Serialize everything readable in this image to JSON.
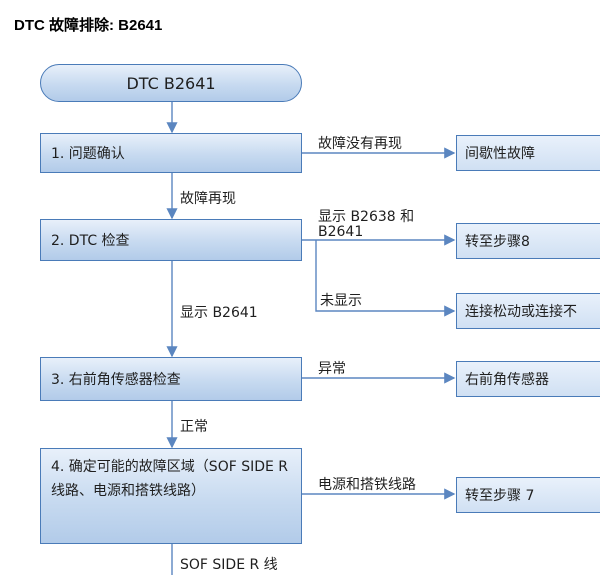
{
  "page_title": "DTC 故障排除: B2641",
  "start_node": "DTC B2641",
  "steps": [
    {
      "label": "1.  问题确认"
    },
    {
      "label": "2.  DTC 检查"
    },
    {
      "label": "3.  右前角传感器检查"
    },
    {
      "label": "4.  确定可能的故障区域（SOF SIDE R 线路、电源和搭铁线路）"
    }
  ],
  "outcomes": [
    {
      "label": "间歇性故障"
    },
    {
      "label": "转至步骤8"
    },
    {
      "label": "连接松动或连接不"
    },
    {
      "label": "右前角传感器"
    },
    {
      "label": "转至步骤 7"
    }
  ],
  "edge_labels": {
    "no_reproduce": "故障没有再现",
    "reproduce": "故障再现",
    "shows_both": "显示 B2638 和 B2641",
    "not_shown": "未显示",
    "shows_b2641": "显示 B2641",
    "abnormal": "异常",
    "normal": "正常",
    "power_ground": "电源和搭铁线路",
    "sof_side_r": "SOF SIDE R 线"
  },
  "colors": {
    "box_border": "#4a7bb8",
    "box_fill": "#c7daf0",
    "arrow": "#5b86c0"
  }
}
